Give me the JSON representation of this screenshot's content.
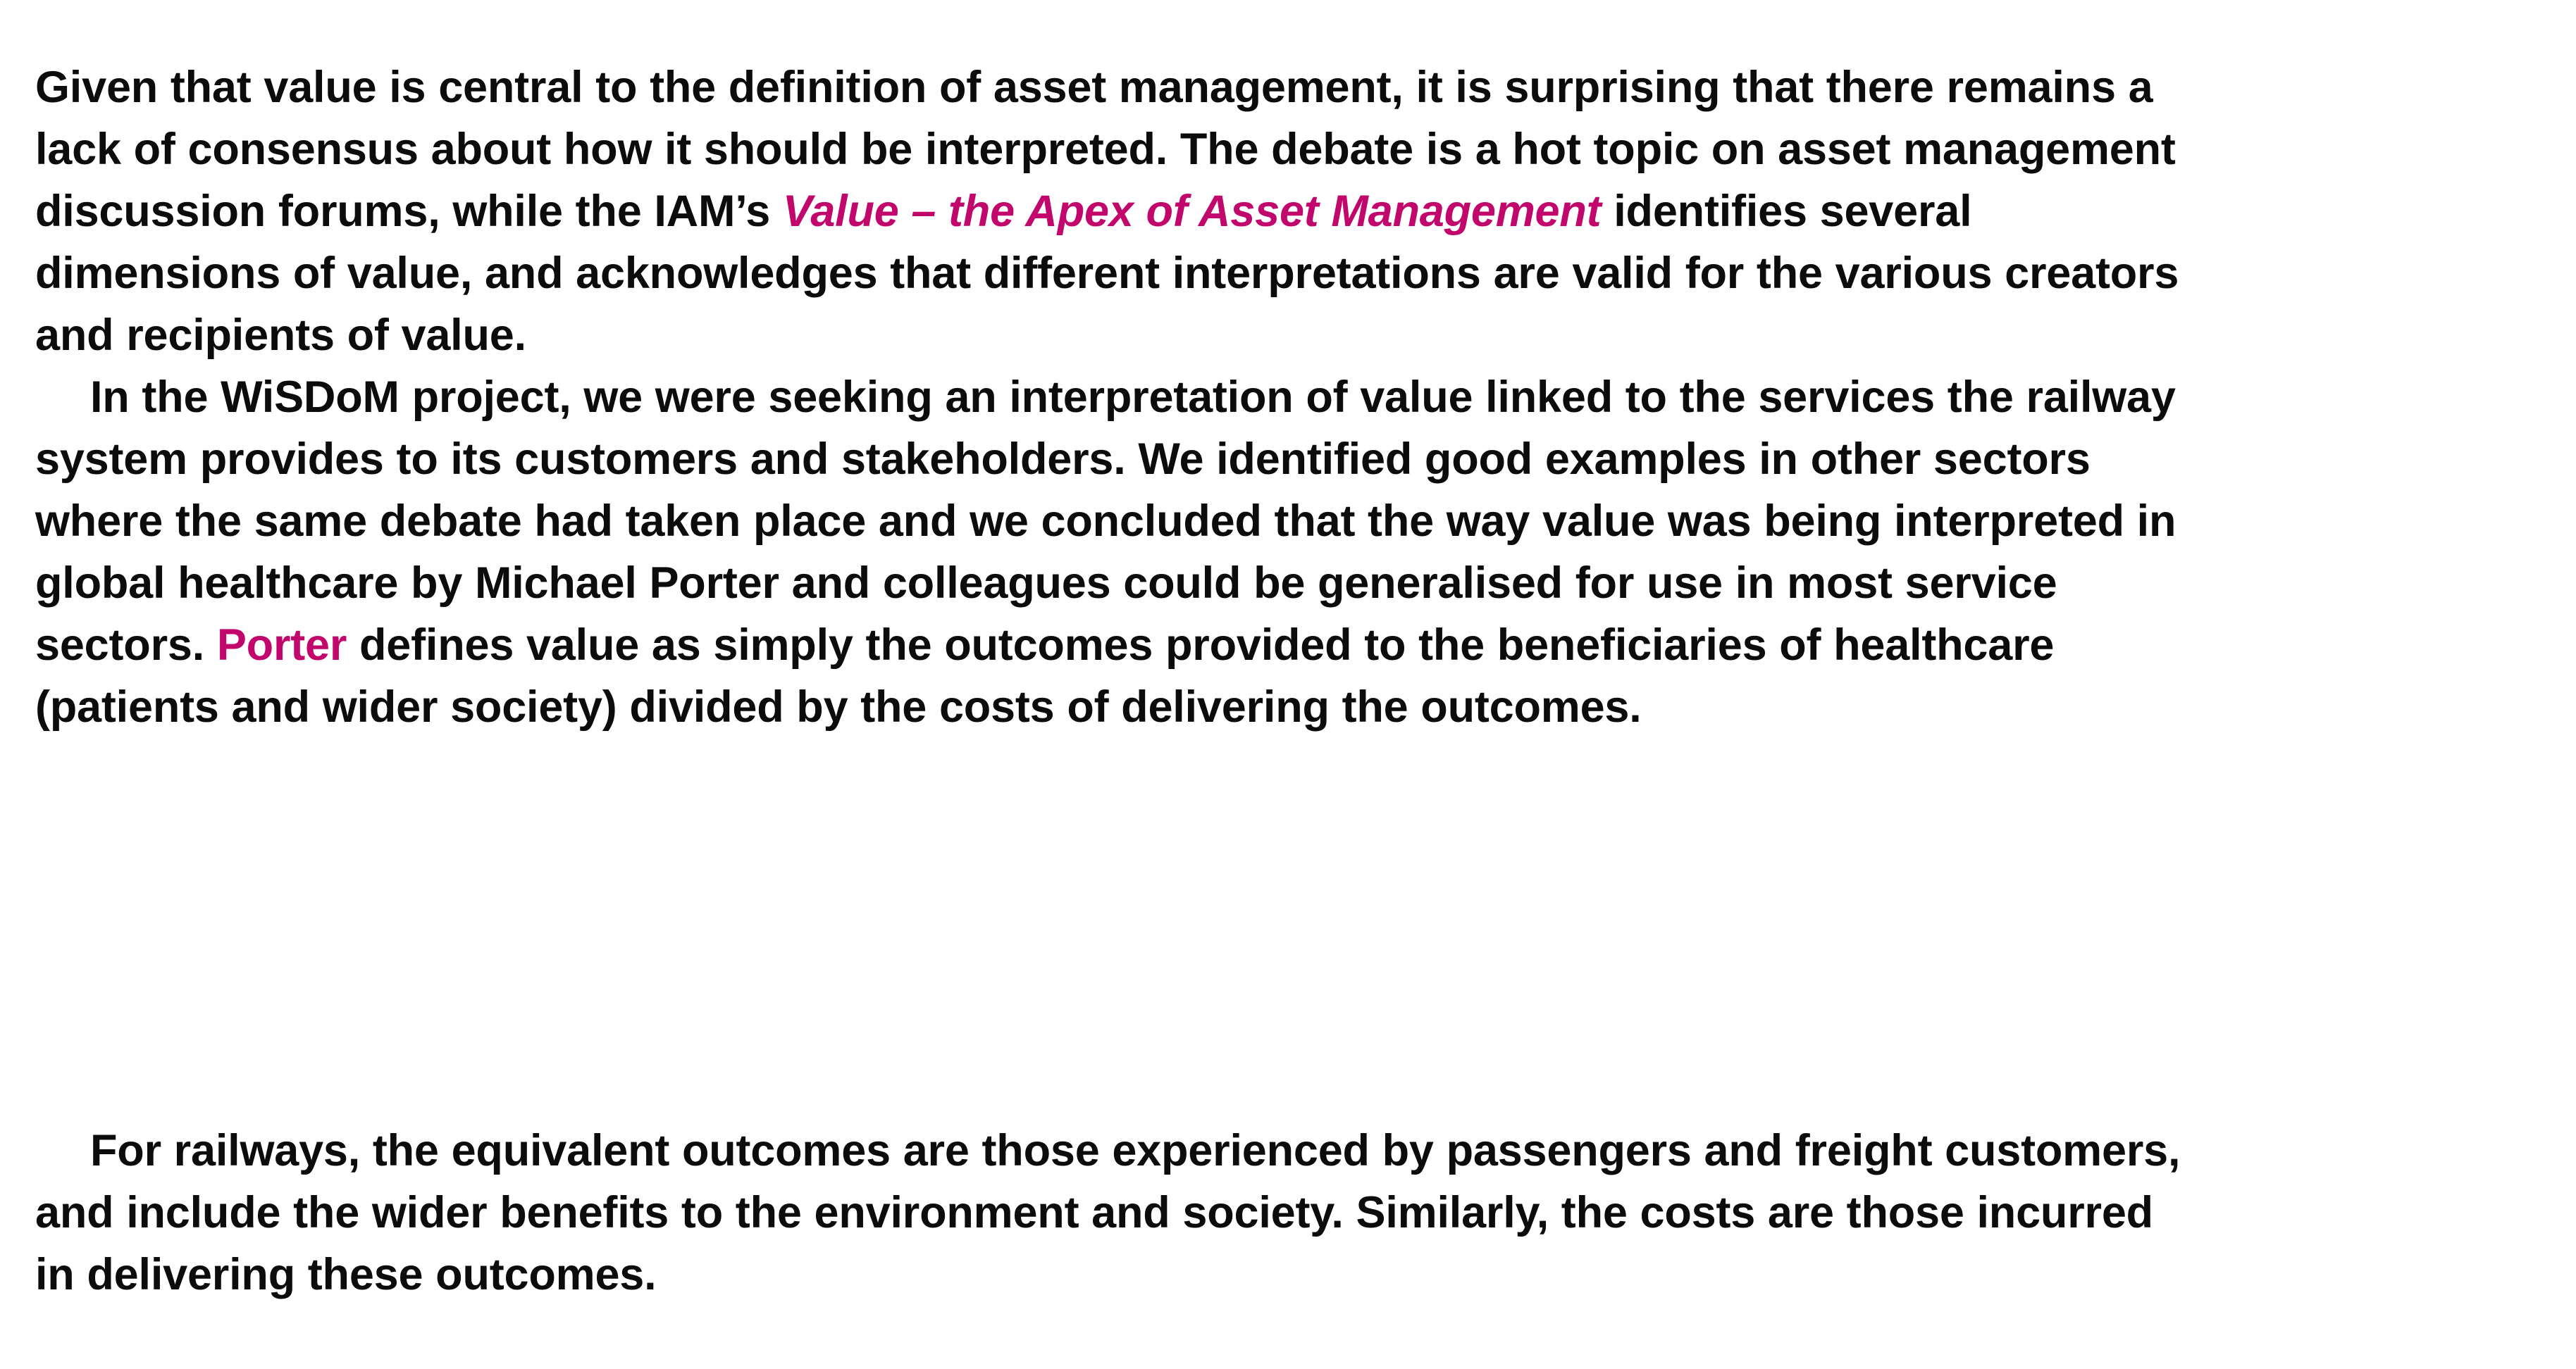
{
  "document": {
    "background_color": "#ffffff",
    "text_color": "#0c0c0c",
    "accent_color": "#c1076b",
    "paragraphs": {
      "p1_run1": "Given that value is central to the definition of asset management, it is surprising that there remains a lack of consensus about how it should be interpreted. The debate is a hot topic on asset management discussion forums, while the IAM’s ",
      "p1_title": "Value – the Apex of Asset Management",
      "p1_run2": " identifies several dimensions of value, and acknowledges that different interpretations are valid for the various creators and recipients of value.",
      "p2_run1": "In the WiSDoM project, we were seeking an interpretation of value linked to the services the railway system provides to its customers and stakeholders. We identified good examples in other sectors where the same debate had taken place and we concluded that the way value was being interpreted in global healthcare by Michael Porter and colleagues could be generalised for use in most service sectors. ",
      "p2_name": "Porter",
      "p2_run2": " defines value as simply the outcomes provided to the beneficiaries of healthcare (patients and wider society) divided by the costs of delivering the outcomes.",
      "p3_text": "For railways, the equivalent outcomes are those experienced by passengers and freight customers, and include the wider benefits to the environment and society. Similarly, the costs are those incurred in delivering these outcomes."
    }
  }
}
